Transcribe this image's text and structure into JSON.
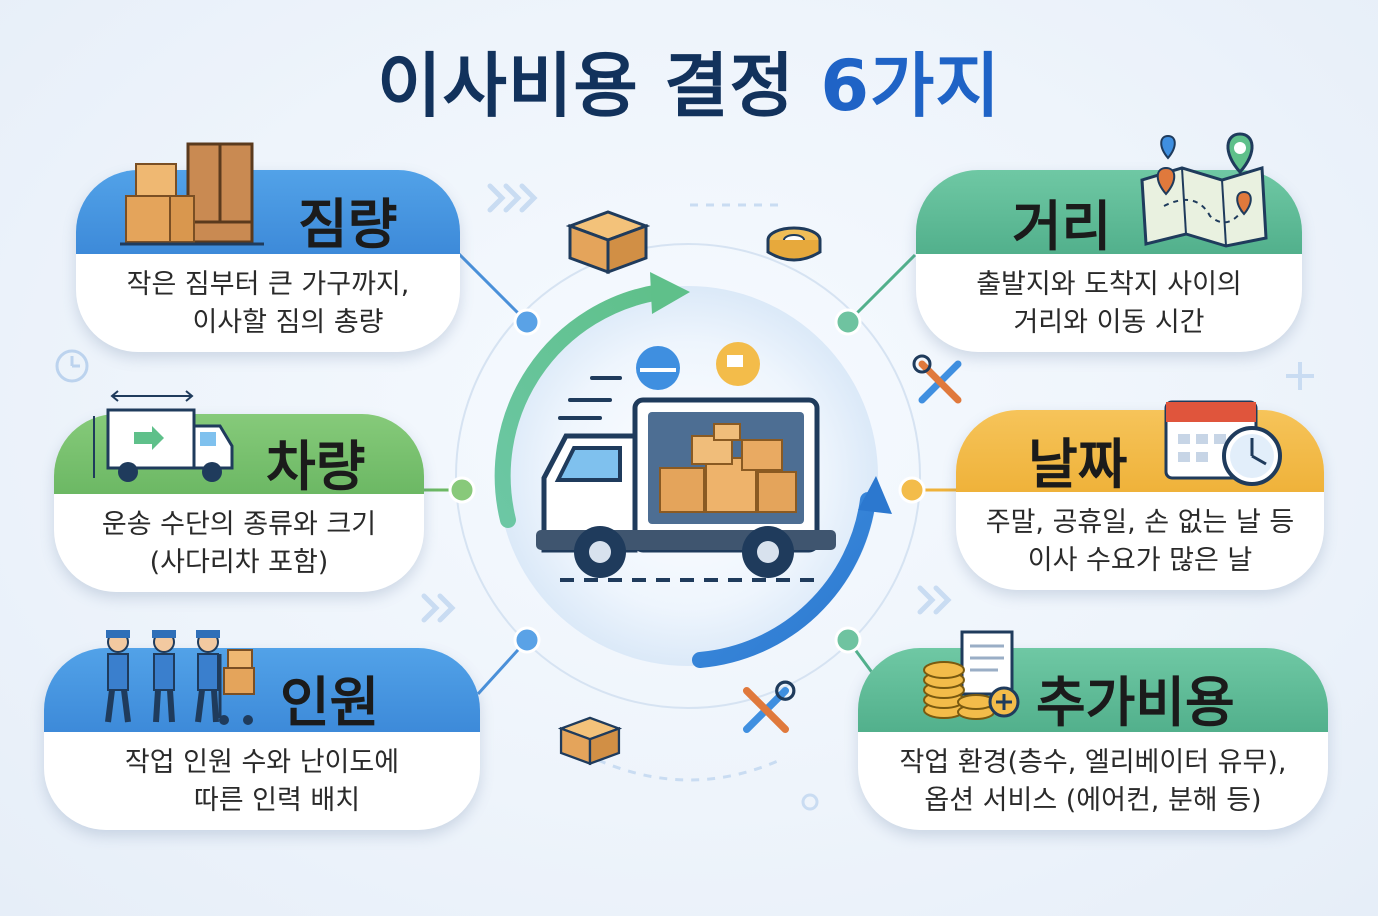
{
  "title": {
    "main": "이사비용 결정",
    "accent": "6가지"
  },
  "factors": {
    "load": {
      "label": "짐량",
      "line1": "작은 짐부터 큰 가구까지,",
      "line2": "이사할 짐의 총량"
    },
    "vehicle": {
      "label": "차량",
      "line1": "운송 수단의 종류와 크기",
      "line2": "(사다리차 포함)"
    },
    "staff": {
      "label": "인원",
      "line1": "작업 인원 수와 난이도에",
      "line2": "따른 인력 배치"
    },
    "distance": {
      "label": "거리",
      "line1": "출발지와 도착지 사이의",
      "line2": "거리와 이동 시간"
    },
    "date": {
      "label": "날짜",
      "line1": "주말, 공휴일, 손 없는 날 등",
      "line2": "이사 수요가 많은 날"
    },
    "extra": {
      "label": "추가비용",
      "line1": "작업 환경(층수, 엘리베이터 유무),",
      "line2": "옵션 서비스 (에어컨, 분해 등)"
    }
  },
  "colors": {
    "title": "#12325c",
    "accent": "#1f63c6",
    "blue": "#3d8ad9",
    "green": "#6cb864",
    "teal": "#52b08c",
    "gold": "#efb23a"
  },
  "icons": [
    "boxes-furniture-icon",
    "truck-dimension-icon",
    "movers-icon",
    "map-pin-icon",
    "calendar-clock-icon",
    "coins-receipt-icon",
    "moving-truck-icon",
    "tools-icon",
    "box-icon",
    "tape-icon"
  ]
}
